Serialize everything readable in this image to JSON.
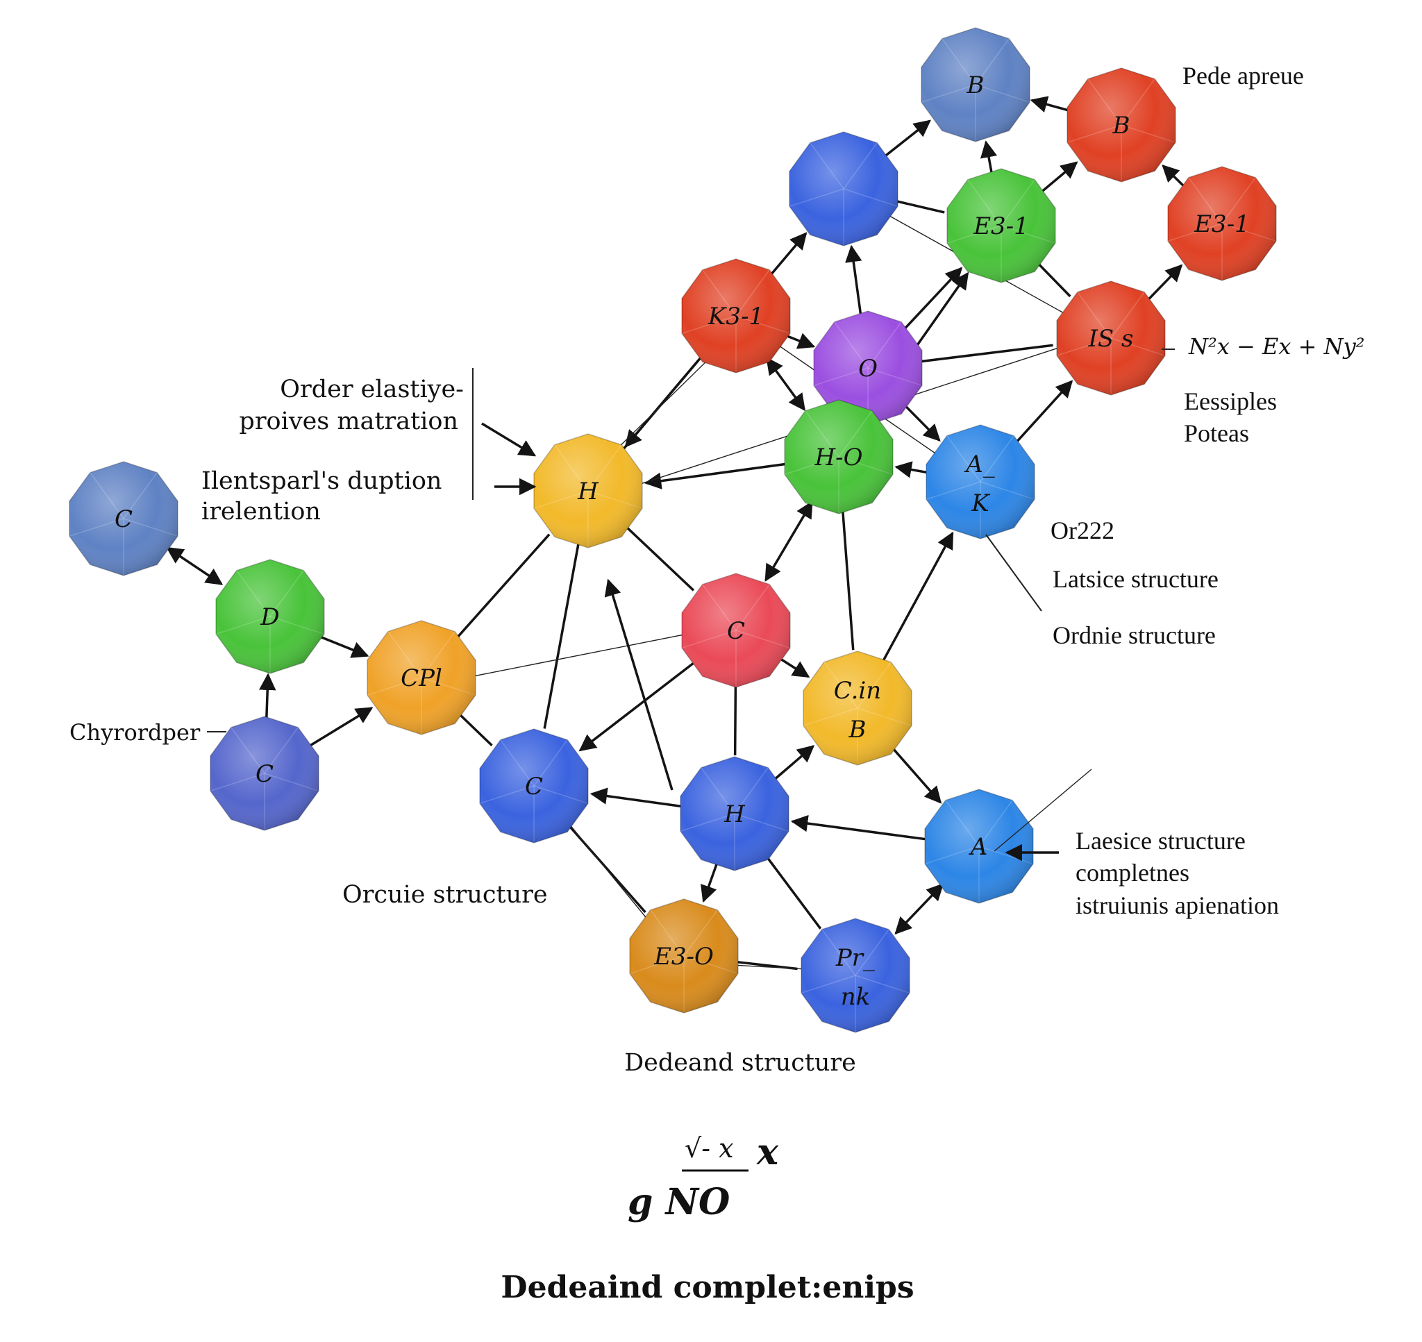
{
  "colors": {
    "steel-blue": "#5f82c4",
    "royal-blue": "#3b63df",
    "azure": "#2d86e6",
    "indigo": "#5566cc",
    "red": "#e04124",
    "green": "#49c33a",
    "yellow": "#f2b92a",
    "orange": "#f0a228",
    "amber": "#d98b1c",
    "purple": "#9b4fe0",
    "crimson": "#ea4a57"
  },
  "nodes": [
    {
      "id": "b-top",
      "label": "B",
      "color": "steel-blue"
    },
    {
      "id": "b-red",
      "label": "B",
      "color": "red"
    },
    {
      "id": "blue-top",
      "label": "",
      "color": "royal-blue"
    },
    {
      "id": "e3-green",
      "label": "E3-1",
      "color": "green"
    },
    {
      "id": "e3-red",
      "label": "E3-1",
      "color": "red"
    },
    {
      "id": "k3",
      "label": "K3-1",
      "color": "red"
    },
    {
      "id": "is",
      "label": "IS s",
      "color": "red"
    },
    {
      "id": "o-purple",
      "label": "O",
      "color": "purple"
    },
    {
      "id": "h-o",
      "label": "H-O",
      "color": "green"
    },
    {
      "id": "a-k",
      "label": "A_\nK",
      "color": "azure"
    },
    {
      "id": "h-yellow",
      "label": "H",
      "color": "yellow"
    },
    {
      "id": "c-left",
      "label": "C",
      "color": "steel-blue"
    },
    {
      "id": "d-green",
      "label": "D",
      "color": "green"
    },
    {
      "id": "cpl",
      "label": "CPl",
      "color": "orange"
    },
    {
      "id": "c-indigo",
      "label": "C",
      "color": "indigo"
    },
    {
      "id": "c-red",
      "label": "C",
      "color": "crimson"
    },
    {
      "id": "cin-b",
      "label": "C.in\nB",
      "color": "yellow"
    },
    {
      "id": "c-blue",
      "label": "C",
      "color": "royal-blue"
    },
    {
      "id": "h-blue",
      "label": "H",
      "color": "royal-blue"
    },
    {
      "id": "a-blue",
      "label": "A",
      "color": "azure"
    },
    {
      "id": "e3-o",
      "label": "E3-O",
      "color": "amber"
    },
    {
      "id": "pr-nk",
      "label": "Pr_\nnk",
      "color": "royal-blue"
    }
  ],
  "annotations": {
    "top_right": "Pede apreue",
    "equation": "N²x − Ex + Ny²",
    "right_1": "Eessiples",
    "right_2": "Poteas",
    "right_3": "Or222",
    "right_4": "Latsice structure",
    "right_5": "Ordnie structure",
    "left_1a": "Order elastiye-",
    "left_1b": "proives matration",
    "left_2a": "Ilentsparl's duption",
    "left_2b": "irelention",
    "left_3": "Chyrordper",
    "mid_left": "Orcuie structure",
    "bottom_right_1": "Laesice structure",
    "bottom_right_2": "completnes",
    "bottom_right_3": "istruiunis apienation",
    "bottom_center": "Dedeand structure"
  },
  "formula": {
    "radical": "√- x",
    "suffix": "x",
    "lower": "g NO"
  },
  "footer": "Dedeaind complet:enips"
}
